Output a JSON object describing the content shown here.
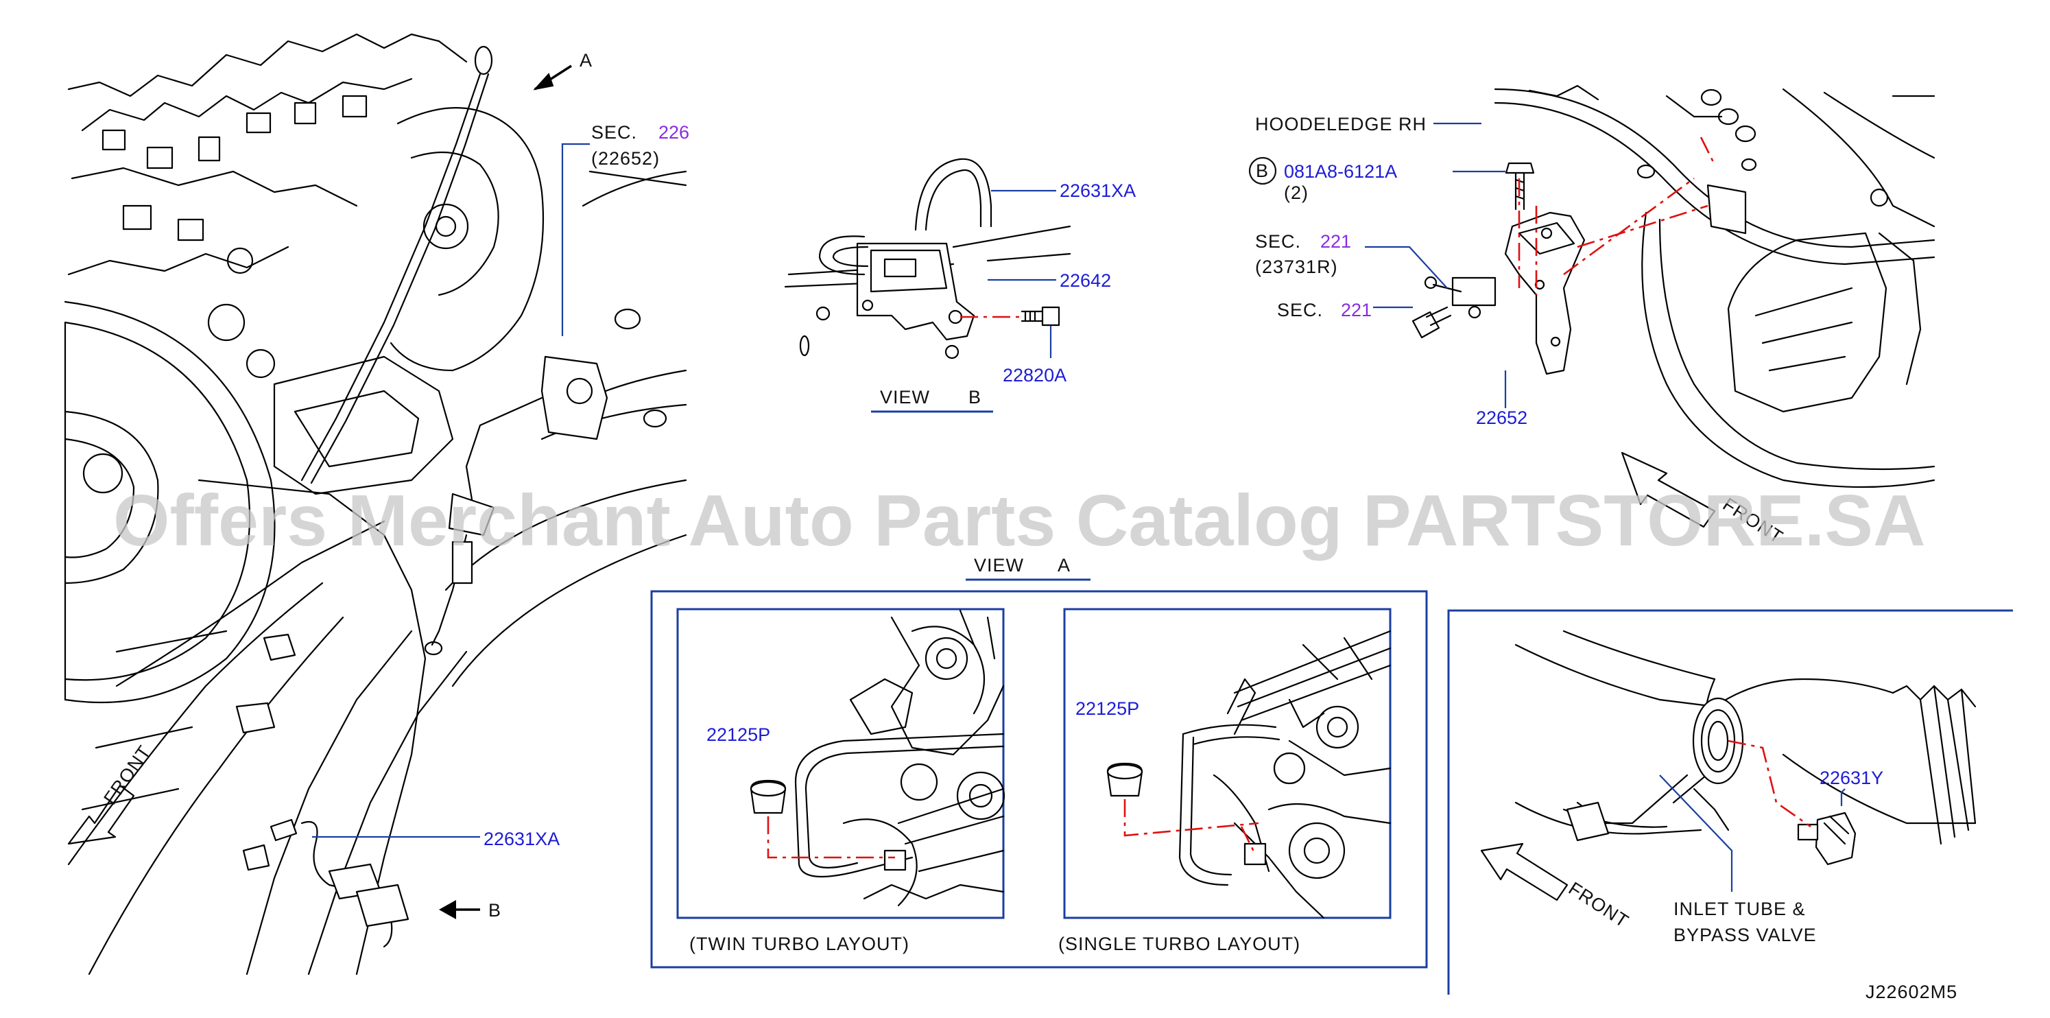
{
  "watermark": "Offers Merchant Auto Parts Catalog PARTSTORE.SA",
  "diagram_code": "J22602M5",
  "main_view": {
    "view_marker_a": "A",
    "view_marker_b": "B",
    "front_label": "FRONT",
    "sec_prefix": "SEC.",
    "sec_number": "226",
    "sec_part": "(22652)",
    "harness_part": "22631XA"
  },
  "view_b": {
    "title": "VIEW",
    "letter": "B",
    "parts": [
      "22631XA",
      "22642",
      "22820A"
    ]
  },
  "top_right": {
    "hoodledge": "HOODELEDGE   RH",
    "circle_letter": "B",
    "bolt_part": "081A8-6121A",
    "bolt_qty": "(2)",
    "sec1_prefix": "SEC.",
    "sec1_number": "221",
    "sec1_part": "(23731R)",
    "sec2_prefix": "SEC.",
    "sec2_number": "221",
    "bracket_part": "22652",
    "front_label": "FRONT"
  },
  "view_a": {
    "title": "VIEW",
    "letter": "A",
    "twin": {
      "part": "22125P",
      "caption": "(TWIN   TURBO   LAYOUT)"
    },
    "single": {
      "part": "22125P",
      "caption": "(SINGLE   TURBO   LAYOUT)"
    }
  },
  "bottom_right": {
    "sensor_part": "22631Y",
    "front_label": "FRONT",
    "inlet_line1": "INLET   TUBE   &",
    "inlet_line2": "BYPASS   VALVE"
  },
  "colors": {
    "part_blue": "#1c1cd6",
    "sec_purple": "#8a2be2",
    "leader": "#1a3fa0",
    "ref_red": "#e01010"
  }
}
